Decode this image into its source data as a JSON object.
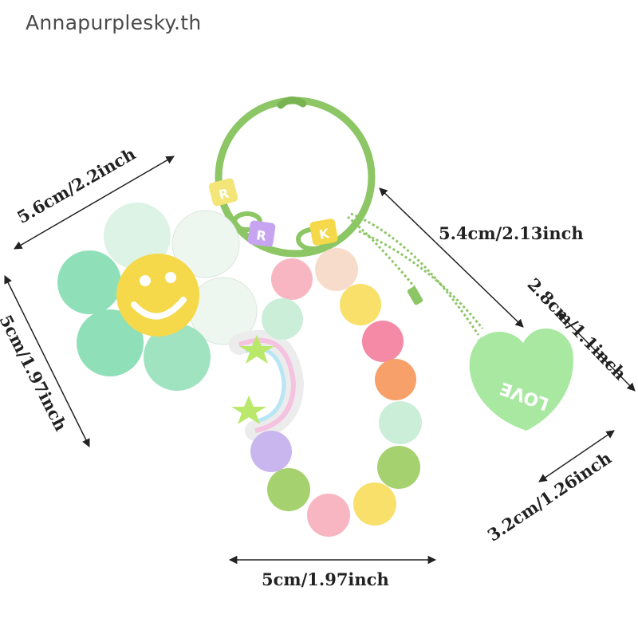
{
  "watermark": "Annapurplesky.th",
  "dimensions": {
    "flower_width": "5.6cm/2.2inch",
    "flower_height": "5cm/1.97inch",
    "total_height": "5.4cm/2.13inch",
    "heart_height": "2.8cm/1.1inch",
    "heart_width": "3.2cm/1.26inch",
    "bead_loop_width": "5cm/1.97inch"
  },
  "charms": {
    "letter_beads": [
      "R",
      "R",
      "K"
    ],
    "heart_text": "LOVE"
  },
  "colors": {
    "ring": "#8cc665",
    "petal": "#8fe0b8",
    "petal_light": "#e6f4ec",
    "smiley": "#f5d94a",
    "heart": "#a8e8a0",
    "arrow": "#222222"
  }
}
